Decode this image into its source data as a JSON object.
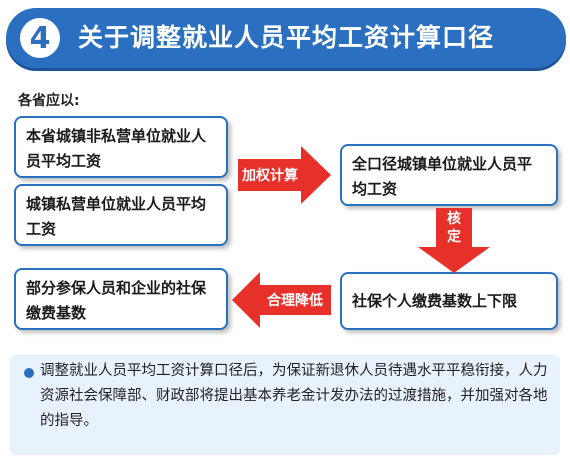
{
  "banner": {
    "number": "4",
    "title": "关于调整就业人员平均工资计算口径"
  },
  "intro": "各省应以:",
  "boxes": {
    "non_private": "本省城镇非私营单位就业人员平均工资",
    "private": "城镇私营单位就业人员平均工资",
    "full_caliber": "全口径城镇单位就业人员平均工资",
    "limits": "社保个人缴费基数上下限",
    "base": "部分参保人员和企业的社保缴费基数"
  },
  "arrows": {
    "weighted": "加权计算",
    "verify": "核定",
    "reduce": "合理降低"
  },
  "note": {
    "text": "调整就业人员平均工资计算口径后，为保证新退休人员待遇水平平稳衔接，人力资源社会保障部、财政部将提出基本养老金计发办法的过渡措施，并加强对各地的指导。"
  },
  "colors": {
    "primary_blue": "#2b6fc0",
    "arrow_red": "#e8302a",
    "note_bg": "#e8f2fc"
  }
}
